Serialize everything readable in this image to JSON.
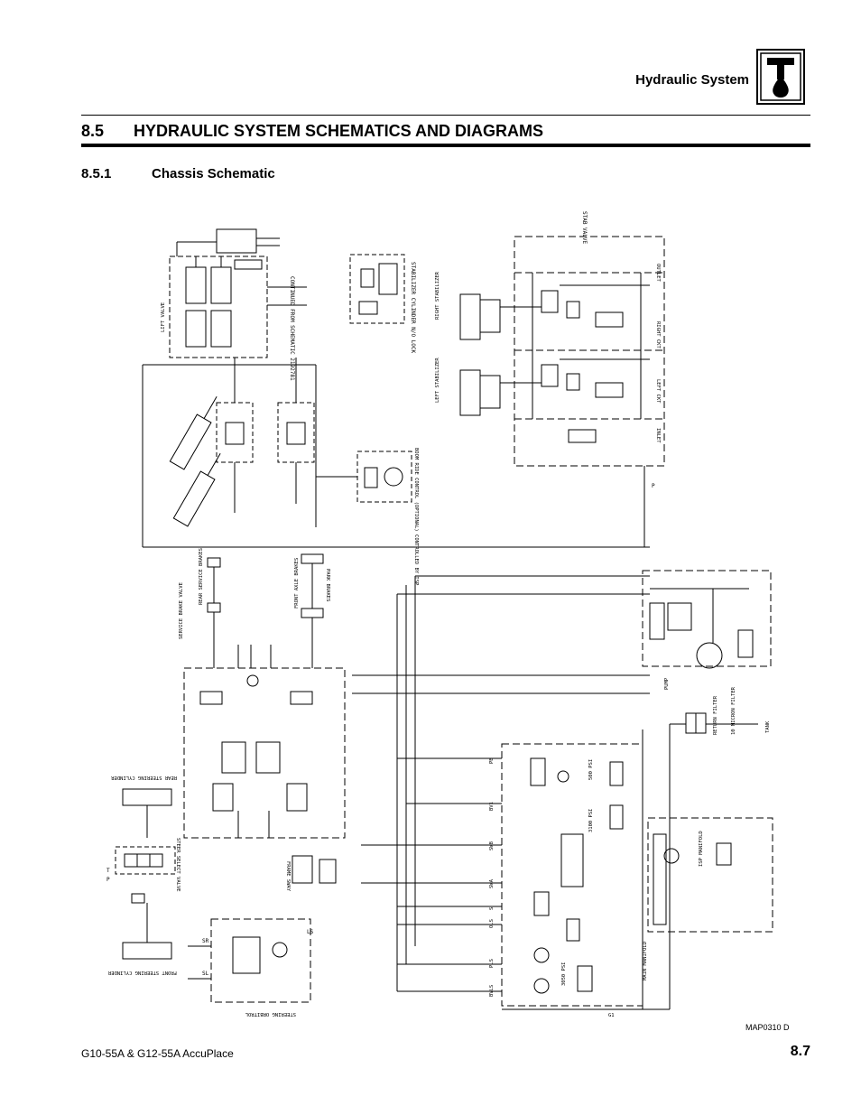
{
  "header": {
    "title": "Hydraulic System",
    "icon": "hydraulic-system-icon"
  },
  "section": {
    "number": "8.5",
    "title": "HYDRAULIC SYSTEM SCHEMATICS AND DIAGRAMS"
  },
  "subsection": {
    "number": "8.5.1",
    "title": "Chassis Schematic"
  },
  "schematic": {
    "figure_code": "MAP0310 D",
    "labels": {
      "lift_valve": "LIFT VALVE",
      "continued": "CONTINUED FROM SCHEMATIC 2192781",
      "stabilizer_cylinder": "STABILIZER CYLINDER N/O LOCK",
      "stab_valve": "STAB VALVE",
      "right_stabilizer": "RIGHT STABILIZER",
      "left_stabilizer": "LEFT STABILIZER",
      "outlet": "OUTLET",
      "right_ckt": "RIGHT CKT",
      "left_ckt": "LEFT CKT",
      "inlet": "INLET",
      "boom_ride_control": "BOOM RIDE CONTROL (OPTIONAL) CONTROLLED BY ISP",
      "rear_service_brakes": "REAR SERVICE BRAKES",
      "front_axle_brakes": "FRONT AXLE BRAKES",
      "park_brakes": "PARK BRAKES",
      "service_brake_valve": "SERVICE BRAKE VALVE",
      "rear_steering_cylinder": "REAR STEERING CYLINDER",
      "steer_select_valve": "STEER SELECT VALVE",
      "front_steering_cylinder": "FRONT STEERING CYLINDER",
      "steering_orbitrol": "STEERING ORBITROL",
      "frame_sway": "FRAME SWAY",
      "main_manifold": "MAIN MANIFOLD",
      "isp_manifold": "ISP MANIFOLD",
      "pump": "PUMP",
      "return_filter": "RETURN FILTER",
      "micron_filter": "10 MICRON FILTER",
      "tank": "TANK",
      "psi_500": "500 PSI",
      "psi_3100": "3100 PSI",
      "psi_3050": "3050 PSI",
      "port_p": "P",
      "port_t": "T",
      "port_pb": "PB",
      "port_bv1": "BV1",
      "port_swb": "SWB",
      "port_swa": "SWA",
      "port_s": "S",
      "port_ols": "OLS",
      "port_pls": "PLS",
      "port_bvls": "BVLS",
      "port_g1": "G1",
      "port_ls": "LS",
      "port_sr": "SR",
      "port_sl": "SL"
    }
  }
}
